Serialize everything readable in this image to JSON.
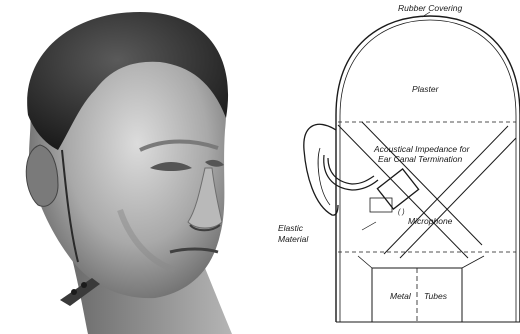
{
  "photo": {
    "subject": "plaster head model photograph"
  },
  "diagram": {
    "labels": {
      "rubber_covering": "Rubber Covering",
      "plaster": "Plaster",
      "acoustical_line1": "Acoustical Impedance for",
      "acoustical_line2": "Ear Canal Termination",
      "elastic_line1": "Elastic",
      "elastic_line2": "Material",
      "microphone": "Microphone",
      "metal": "Metal",
      "tubes": "Tubes"
    }
  }
}
